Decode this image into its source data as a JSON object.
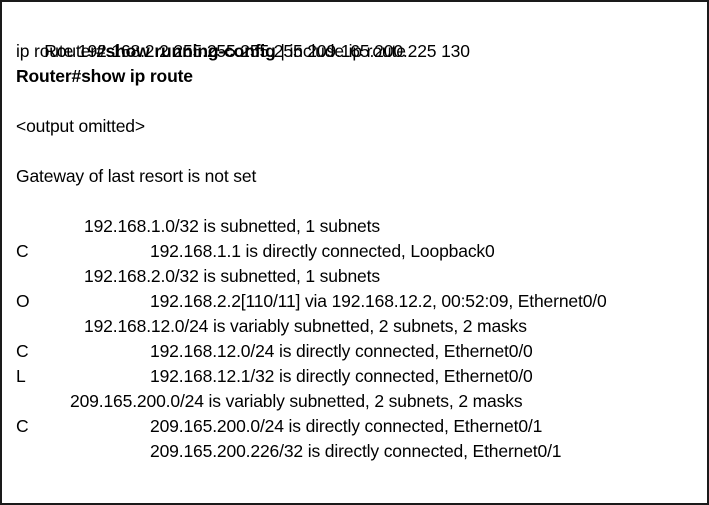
{
  "terminal": {
    "command_lines": [
      {
        "id": "cmd-show-running-config",
        "prompt": "Router",
        "command": "#show running-config",
        "suffix": " | include ip route"
      }
    ],
    "static_config_line": "ip route 192.168.2.2 255.255.255.255 209.165.200.225 130",
    "command_show_ip_route": "Router#show ip route",
    "output_omitted": "<output omitted>",
    "gateway_line": "Gateway of last resort is not set",
    "routing_table": [
      {
        "kind": "summary",
        "indent": "192",
        "text": "192.168.1.0/32 is subnetted, 1 subnets"
      },
      {
        "kind": "route",
        "code": "C",
        "text": "192.168.1.1 is directly connected, Loopback0"
      },
      {
        "kind": "summary",
        "indent": "192",
        "text": "192.168.2.0/32 is subnetted, 1 subnets"
      },
      {
        "kind": "route",
        "code": "O",
        "text": "192.168.2.2[110/11] via 192.168.12.2, 00:52:09, Ethernet0/0"
      },
      {
        "kind": "summary",
        "indent": "192",
        "text": "192.168.12.0/24 is variably subnetted, 2 subnets, 2 masks"
      },
      {
        "kind": "route",
        "code": "C",
        "text": "192.168.12.0/24 is directly connected, Ethernet0/0"
      },
      {
        "kind": "route",
        "code": "L",
        "text": "192.168.12.1/32 is directly connected, Ethernet0/0"
      },
      {
        "kind": "summary",
        "indent": "209",
        "text": "209.165.200.0/24 is variably subnetted, 2 subnets, 2 masks"
      },
      {
        "kind": "route",
        "code": "C",
        "text": "209.165.200.0/24 is directly connected, Ethernet0/1"
      },
      {
        "kind": "route",
        "code": "",
        "text": "209.165.200.226/32 is directly connected, Ethernet0/1"
      }
    ]
  },
  "colors": {
    "background": "#ffffff",
    "text": "#000000",
    "border": "#1a1a1a"
  }
}
